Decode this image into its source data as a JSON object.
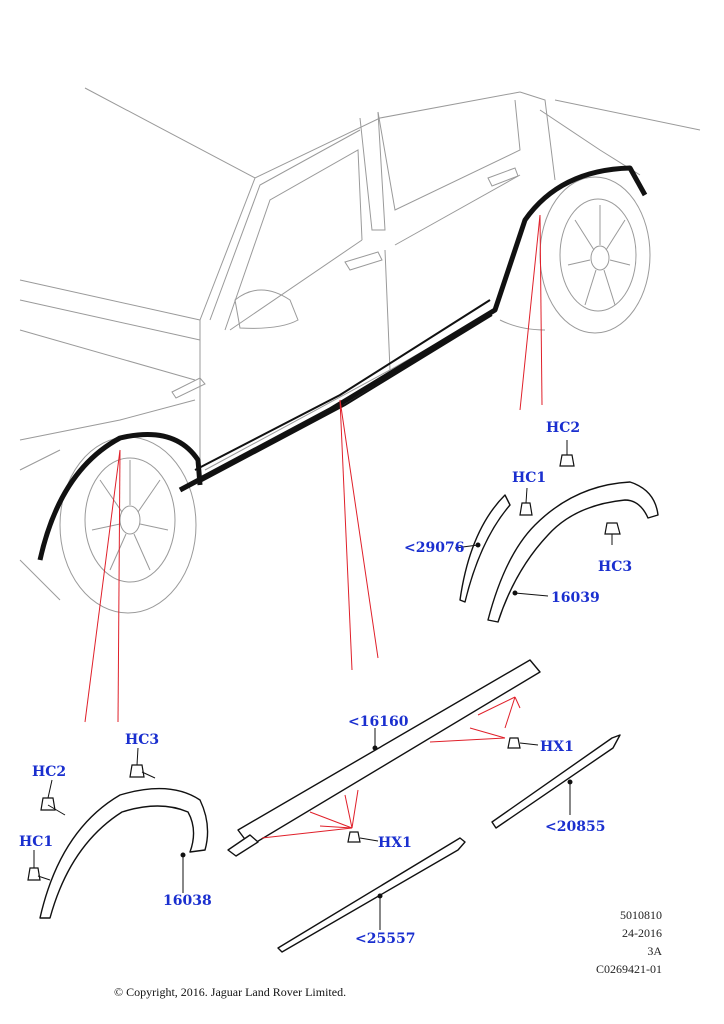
{
  "callouts": {
    "hc2_right": "HC2",
    "hc1_right": "HC1",
    "hc3_right": "HC3",
    "p29076": "<29076",
    "p16039": "16039",
    "p16160": "<16160",
    "hx1_top": "HX1",
    "hx1_bottom": "HX1",
    "hc3_left": "HC3",
    "hc2_left": "HC2",
    "hc1_left": "HC1",
    "p16038": "16038",
    "p20855": "<20855",
    "p25557": "<25557"
  },
  "meta": {
    "line1": "5010810",
    "line2": "24-2016",
    "line3": "3A",
    "line4": "C0269421-01"
  },
  "copyright": "© Copyright, 2016. Jaguar Land Rover Limited.",
  "colors": {
    "callout": "#1a2fcf",
    "leader": "#e0202a",
    "outline": "#9a9a9a",
    "part": "#111111"
  }
}
